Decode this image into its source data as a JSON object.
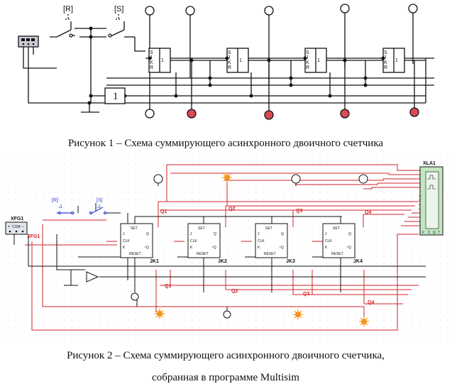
{
  "figure1": {
    "caption": "Рисунок 1 – Схема суммирующего асинхронного двоичного счетчика",
    "switch_r_label": "[R]",
    "switch_s_label": "[S]",
    "inverter_label": "1",
    "trigger_pins": [
      "S",
      "J",
      "C1",
      "K",
      "R"
    ],
    "colors": {
      "wire": "#111111",
      "led_on": "#d84a55",
      "led_off": "#ffffff",
      "panel": "#c9ccd6"
    }
  },
  "figure2": {
    "caption_line1": "Рисунок 2 – Схема суммирующего асинхронного двоичного счетчика,",
    "caption_line2": "собранная в программе Multisim",
    "generator_label": "XFG1",
    "generator_terminal_labels": [
      "+",
      "COM",
      "−"
    ],
    "generator_net_label": "XFG1",
    "analyzer_label": "XLA1",
    "analyzer_pins": [
      "F",
      "C",
      "Q",
      "T"
    ],
    "switch_r_label": "[R]",
    "switch_s_label": "[S]",
    "triggers": [
      {
        "name": "JK1",
        "set": "SET",
        "j": "J",
        "clk": "CLK",
        "k": "K",
        "reset": "RESET",
        "q": "Q",
        "qn": "~Q"
      },
      {
        "name": "JK2",
        "set": "SET",
        "j": "J",
        "clk": "CLK",
        "k": "K",
        "reset": "RESET",
        "q": "Q",
        "qn": "~Q"
      },
      {
        "name": "JK3",
        "set": "SET",
        "j": "J",
        "clk": "CLK",
        "k": "K",
        "reset": "RESET",
        "q": "Q",
        "qn": "~Q"
      },
      {
        "name": "JK4",
        "set": "SET",
        "j": "J",
        "clk": "CLK",
        "k": "K",
        "reset": "RESET",
        "q": "Q",
        "qn": "~Q"
      }
    ],
    "net_labels_top": [
      "Q1",
      "Q2",
      "Q3",
      "Q4"
    ],
    "net_labels_bottom": [
      "Q1",
      "Q2",
      "Q3",
      "Q4"
    ],
    "colors": {
      "wire_red": "#d0232a",
      "wire_black": "#111111",
      "switch_blue": "#2a3fd8",
      "lamp_on": "#f7931e",
      "analyzer": "#c3e6c3"
    }
  }
}
